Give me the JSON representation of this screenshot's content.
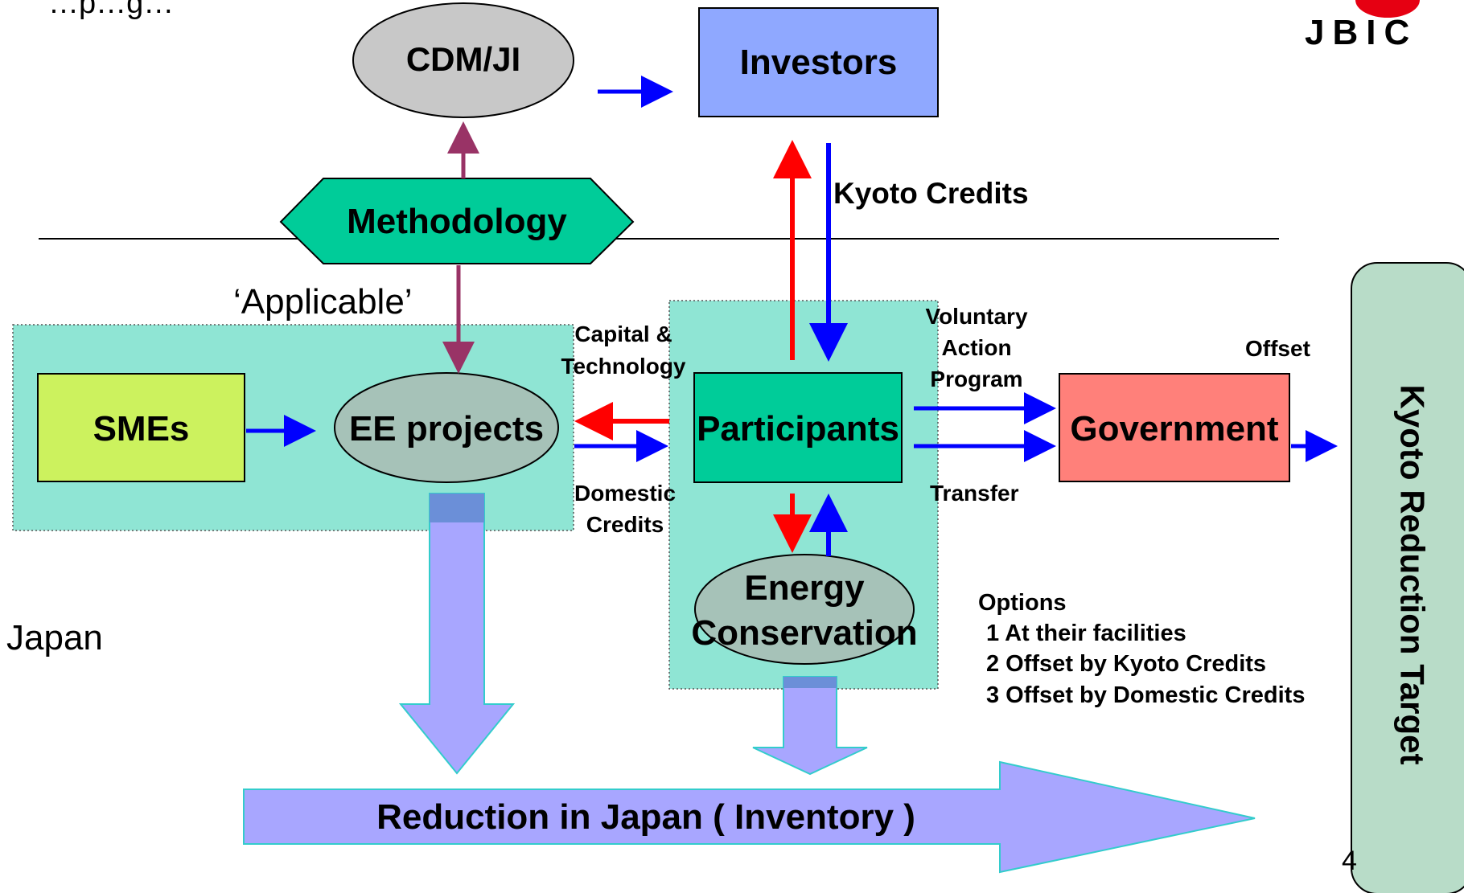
{
  "slide": {
    "header_partial": "…p…g…",
    "logo_text": "JBIC",
    "page_number": "4",
    "region_label": "Japan",
    "applicable_label": "‘Applicable’"
  },
  "nodes": {
    "cdm": "CDM/JI",
    "investors": "Investors",
    "methodology": "Methodology",
    "smes": "SMEs",
    "ee_projects": "EE projects",
    "participants": "Participants",
    "government": "Government",
    "energy_conservation_1": "Energy",
    "energy_conservation_2": "Conservation",
    "reduction": "Reduction in Japan ( Inventory )",
    "kyoto_target": "Kyoto Reduction Target"
  },
  "edge_labels": {
    "kyoto_credits": "Kyoto Credits",
    "capital_1": "Capital &",
    "capital_2": "Technology",
    "domestic_1": "Domestic",
    "domestic_2": "Credits",
    "voluntary_1": "Voluntary",
    "voluntary_2": "Action",
    "voluntary_3": "Program",
    "offset": "Offset",
    "transfer": "Transfer"
  },
  "options": {
    "title": "Options",
    "items": [
      "1 At their facilities",
      "2 Offset by Kyoto Credits",
      "3 Offset by Domestic Credits"
    ]
  },
  "colors": {
    "blue_arrow": "#0000ff",
    "red_arrow": "#ff0000",
    "purple_arrow": "#993366",
    "teal_region": "#8fe5d4",
    "methodology_fill": "#00cc99",
    "participants_fill": "#00cc99",
    "investors_fill": "#8fa8ff",
    "smes_fill": "#ccf25e",
    "government_fill": "#ff807a",
    "ellipse_grey": "#c8c8c8",
    "ellipse_teal_grey": "#a6c2b8",
    "big_arrow_fill": "#a8a6ff",
    "big_arrow_stroke": "#33cccc",
    "kyoto_box_fill": "#b8dcc8",
    "logo_red": "#e60012"
  }
}
